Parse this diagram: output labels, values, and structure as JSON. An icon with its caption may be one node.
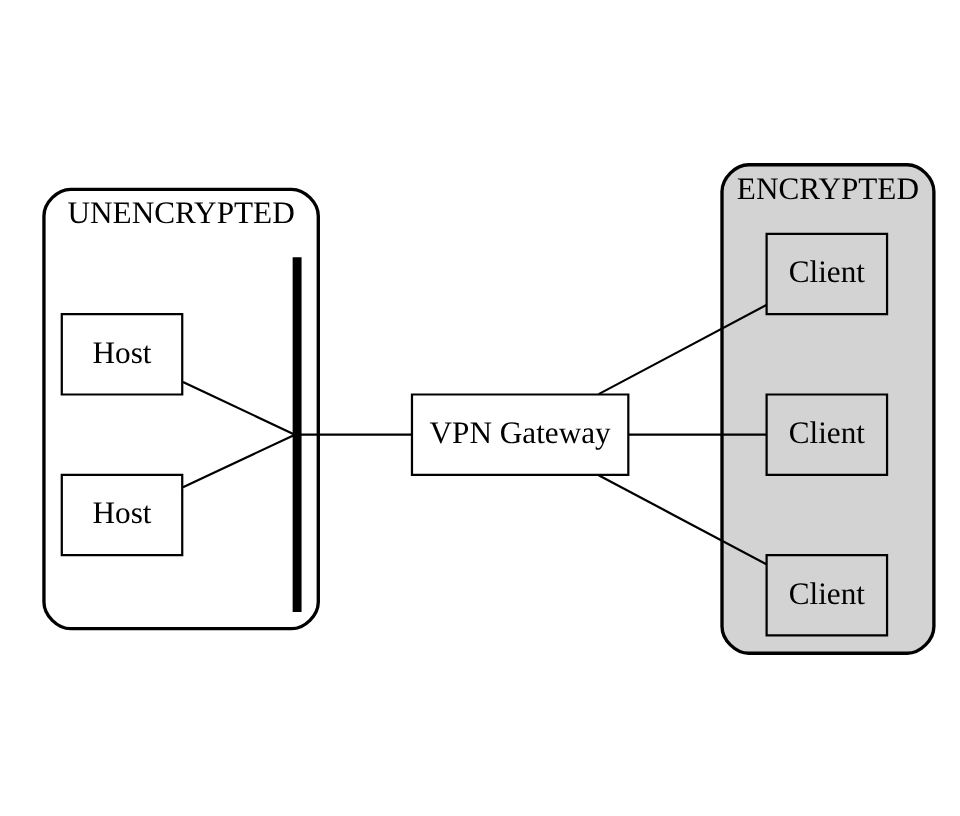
{
  "diagram": {
    "nodes": [
      {
        "text": [
          "UNENCRYPTED"
        ]
      },
      {
        "text": [
          "Host"
        ],
        "in": 0
      },
      {
        "text": [
          "Host"
        ],
        "in": 0
      },
      {
        "text": [],
        "shape": "bar",
        "in": 0
      },
      {
        "text": [
          "ENCRYPTED"
        ]
      },
      {
        "text": [
          "Client"
        ],
        "in": 4
      },
      {
        "text": [
          "Client"
        ],
        "in": 4
      },
      {
        "text": [
          "Client"
        ],
        "in": 4
      },
      {
        "text": [
          "VPN Gateway"
        ]
      }
    ],
    "edges": [
      {
        "from": 1,
        "to": 3,
        "arrow": "none"
      },
      {
        "from": 2,
        "to": 3,
        "arrow": "none"
      },
      {
        "from": 3,
        "to": 8,
        "arrow": "none"
      },
      {
        "from": 8,
        "to": 5,
        "arrow": "none"
      },
      {
        "from": 8,
        "to": 6,
        "arrow": "none"
      },
      {
        "from": 8,
        "to": 7,
        "arrow": "none"
      }
    ]
  }
}
